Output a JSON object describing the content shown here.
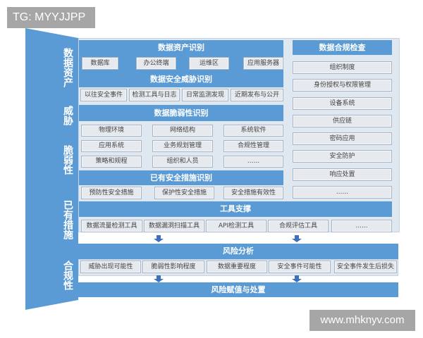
{
  "watermarks": {
    "top_left": "TG: MYYJJPP",
    "bottom_right": "www.mhknyv.com"
  },
  "left_labels": [
    {
      "text": "数据资产"
    },
    {
      "text": "威胁"
    },
    {
      "text": "脆弱性"
    },
    {
      "text": "已有措施"
    },
    {
      "text": "合规性"
    }
  ],
  "sections": {
    "asset_identification": {
      "title": "数据资产识别",
      "items": [
        "数据库",
        "办公终端",
        "运维区",
        "应用服务器"
      ]
    },
    "threat_identification": {
      "title": "数据安全威胁识别",
      "items": [
        "以往安全事件",
        "检测工具与日志",
        "日常监测发现",
        "近期发布与公开"
      ]
    },
    "vulnerability_identification": {
      "title": "数据脆弱性识别",
      "items": [
        "物理环境",
        "网络结构",
        "系统软件",
        "应用系统",
        "业务规划管理",
        "合规性管理",
        "策略和规程",
        "组织和人员",
        "......"
      ]
    },
    "existing_measures": {
      "title": "已有安全措施识别",
      "items": [
        "预防性安全措施",
        "保护性安全措施",
        "安全措施有效性"
      ]
    },
    "compliance_check": {
      "title": "数据合规检查",
      "items": [
        "组织制度",
        "身份授权与权限管理",
        "设备系统",
        "供应链",
        "密码应用",
        "安全防护",
        "响应处置",
        "......"
      ]
    },
    "tool_support": {
      "title": "工具支撑",
      "items": [
        "数据流量检测工具",
        "数据漏洞扫描工具",
        "API检测工具",
        "合规评估工具",
        "......"
      ]
    },
    "risk_analysis": {
      "title": "风险分析",
      "items": [
        "威胁出现可能性",
        "脆弱性影响程度",
        "数据重要程度",
        "安全事件可能性",
        "安全事件发生后损失"
      ]
    },
    "risk_valuation": {
      "title": "风险赋值与处置"
    }
  },
  "colors": {
    "header_blue": "#5b9bd5",
    "panel_bg": "#dfe7f1",
    "cell_bg": "#e6e9ee",
    "arrow": "#3f6fbf",
    "watermark_bg": "#a6a6a6"
  }
}
